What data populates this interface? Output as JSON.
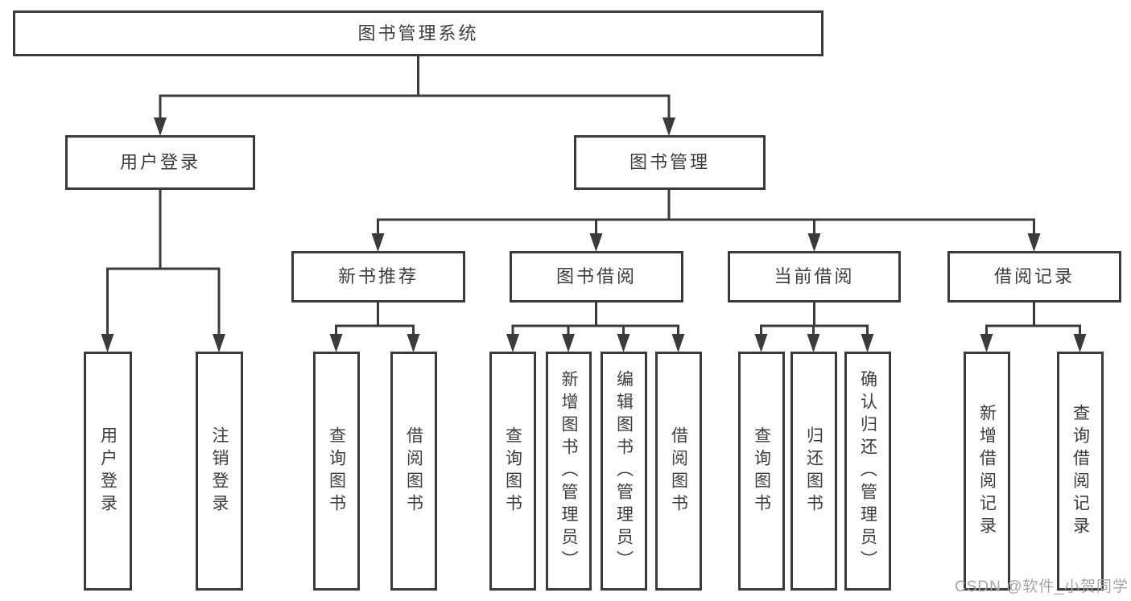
{
  "colors": {
    "line": "#3b3b3b",
    "text": "#3d3d3d",
    "background": "#ffffff",
    "watermark": "#a6a6a6"
  },
  "tree": {
    "root": {
      "label": "图书管理系统"
    },
    "branches": [
      {
        "label": "用户登录",
        "children": [
          {
            "label": "用户登录"
          },
          {
            "label": "注销登录"
          }
        ]
      },
      {
        "label": "图书管理",
        "children": [
          {
            "label": "新书推荐",
            "children": [
              {
                "label": "查询图书"
              },
              {
                "label": "借阅图书"
              }
            ]
          },
          {
            "label": "图书借阅",
            "children": [
              {
                "label": "查询图书"
              },
              {
                "label": "新增图书（管理员）"
              },
              {
                "label": "编辑图书（管理员）"
              },
              {
                "label": "借阅图书"
              }
            ]
          },
          {
            "label": "当前借阅",
            "children": [
              {
                "label": "查询图书"
              },
              {
                "label": "归还图书"
              },
              {
                "label": "确认归还（管理员）"
              }
            ]
          },
          {
            "label": "借阅记录",
            "children": [
              {
                "label": "新增借阅记录"
              },
              {
                "label": "查询借阅记录"
              }
            ]
          }
        ]
      }
    ]
  },
  "watermark": {
    "text": "CSDN @软件_小贺同学"
  }
}
